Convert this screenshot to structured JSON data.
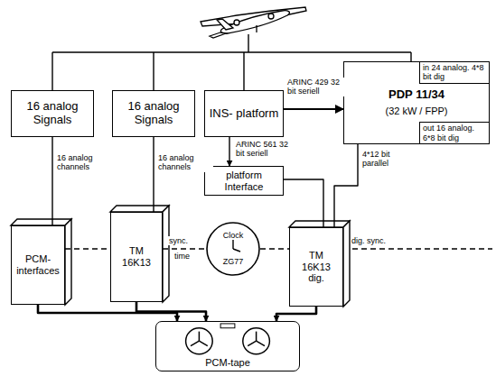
{
  "diagram": {
    "nodes": [
      {
        "text": [
          "16 analog Signals"
        ]
      },
      {
        "text": [
          "16 analog Signals"
        ]
      },
      {
        "text": [
          "INS- platform"
        ]
      },
      {
        "text": [
          "in 24 analog. 4*8 bit dig",
          "PDP 11/34",
          "(32 kW / FPP)",
          "out 16 analog. 6*8 bit dig"
        ]
      },
      {
        "text": [
          "platform Interface"
        ]
      },
      {
        "text": [
          "PCM- interfaces"
        ]
      },
      {
        "text": [
          "TM 16K13"
        ]
      },
      {
        "text": [
          "Clock",
          "ZG77"
        ]
      },
      {
        "text": [
          "TM 16K13 dig."
        ]
      },
      {
        "text": [
          "PCM-tape"
        ]
      }
    ],
    "edges": [
      {
        "from": 0,
        "to": 5,
        "label": "16 analog channels",
        "arrow": "none"
      },
      {
        "from": 1,
        "to": 6,
        "label": "16 analog channels",
        "arrow": "none"
      },
      {
        "from": 2,
        "to": 3,
        "label": "ARINC 429 32 bit seriell",
        "arrow": "to"
      },
      {
        "from": 2,
        "to": 4,
        "label": "ARINC 561 32 bit seriell",
        "arrow": "to"
      },
      {
        "from": 4,
        "to": 8,
        "arrow": "none"
      },
      {
        "from": 3,
        "to": 8,
        "arrow": "none"
      },
      {
        "from": 5,
        "to": 6,
        "arrow": "none"
      },
      {
        "from": 6,
        "to": 7,
        "arrow": "none"
      },
      {
        "from": 7,
        "to": 8,
        "arrow": "none"
      },
      {
        "from": 5,
        "to": 9,
        "arrow": "to"
      },
      {
        "from": 6,
        "to": 9,
        "arrow": "to"
      },
      {
        "from": 8,
        "to": 9,
        "arrow": "to"
      }
    ],
    "labels": [
      "sync.",
      "time",
      "4*12 bit parallel",
      "dig. sync."
    ]
  }
}
